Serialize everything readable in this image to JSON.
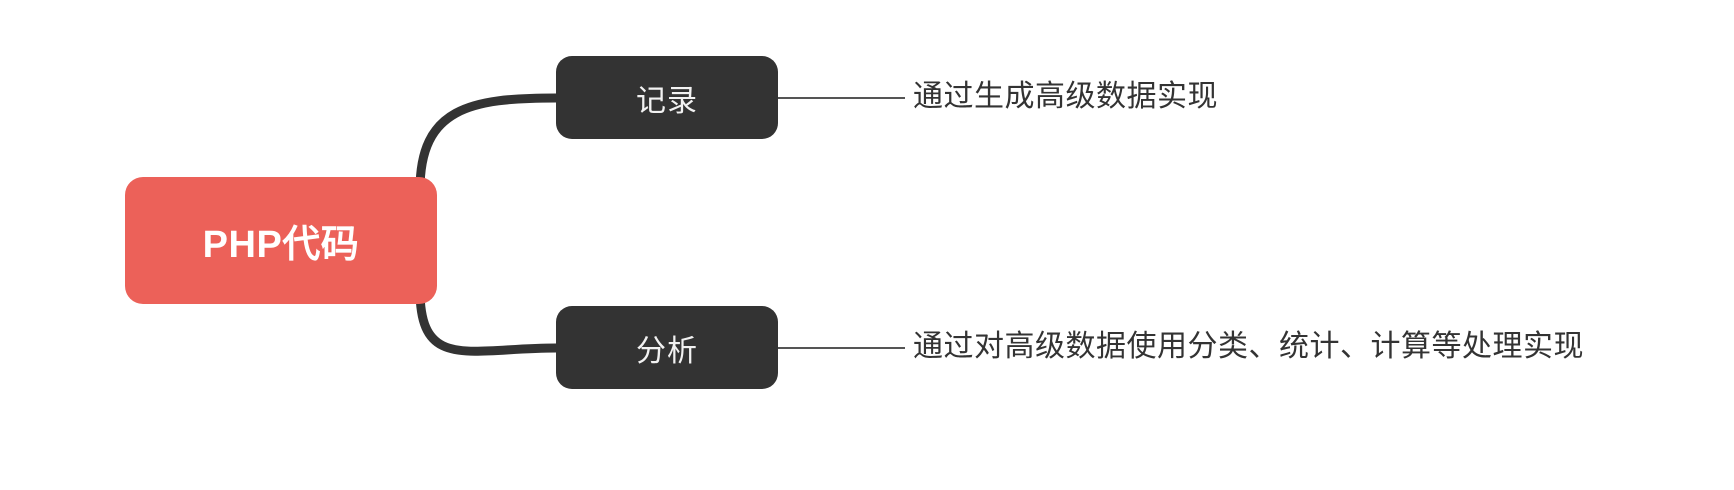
{
  "diagram": {
    "type": "mind-map",
    "background_color": "#ffffff",
    "root": {
      "label": "PHP代码",
      "fill_color": "#ec6159",
      "text_color": "#ffffff"
    },
    "branches": [
      {
        "label": "记录",
        "fill_color": "#333333",
        "text_color": "#f2f2f2",
        "description": "通过生成高级数据实现"
      },
      {
        "label": "分析",
        "fill_color": "#333333",
        "text_color": "#f2f2f2",
        "description": "通过对高级数据使用分类、统计、计算等处理实现"
      }
    ],
    "edges": {
      "curve_color": "#333333",
      "curve_width": 9,
      "line_color": "#555555",
      "line_width": 2
    }
  }
}
